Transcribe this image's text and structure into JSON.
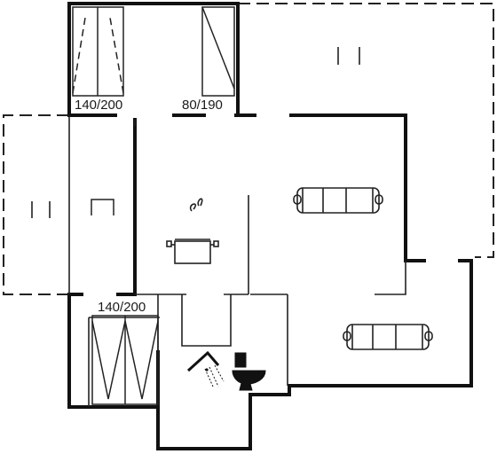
{
  "floor_plan": {
    "labels": {
      "bed_top_left": "140/200",
      "bed_top_right": "80/190",
      "bed_bottom_left": "140/200"
    },
    "colors": {
      "wall": "#111111",
      "outline": "#222222",
      "background": "#ffffff"
    },
    "icons": [
      "double-bed-icon",
      "single-bed-icon",
      "bunk-bed-icon",
      "cooking-pot-icon",
      "sofa-icon",
      "shower-icon",
      "toilet-icon",
      "outdoor-terrace-marker-icon"
    ]
  }
}
